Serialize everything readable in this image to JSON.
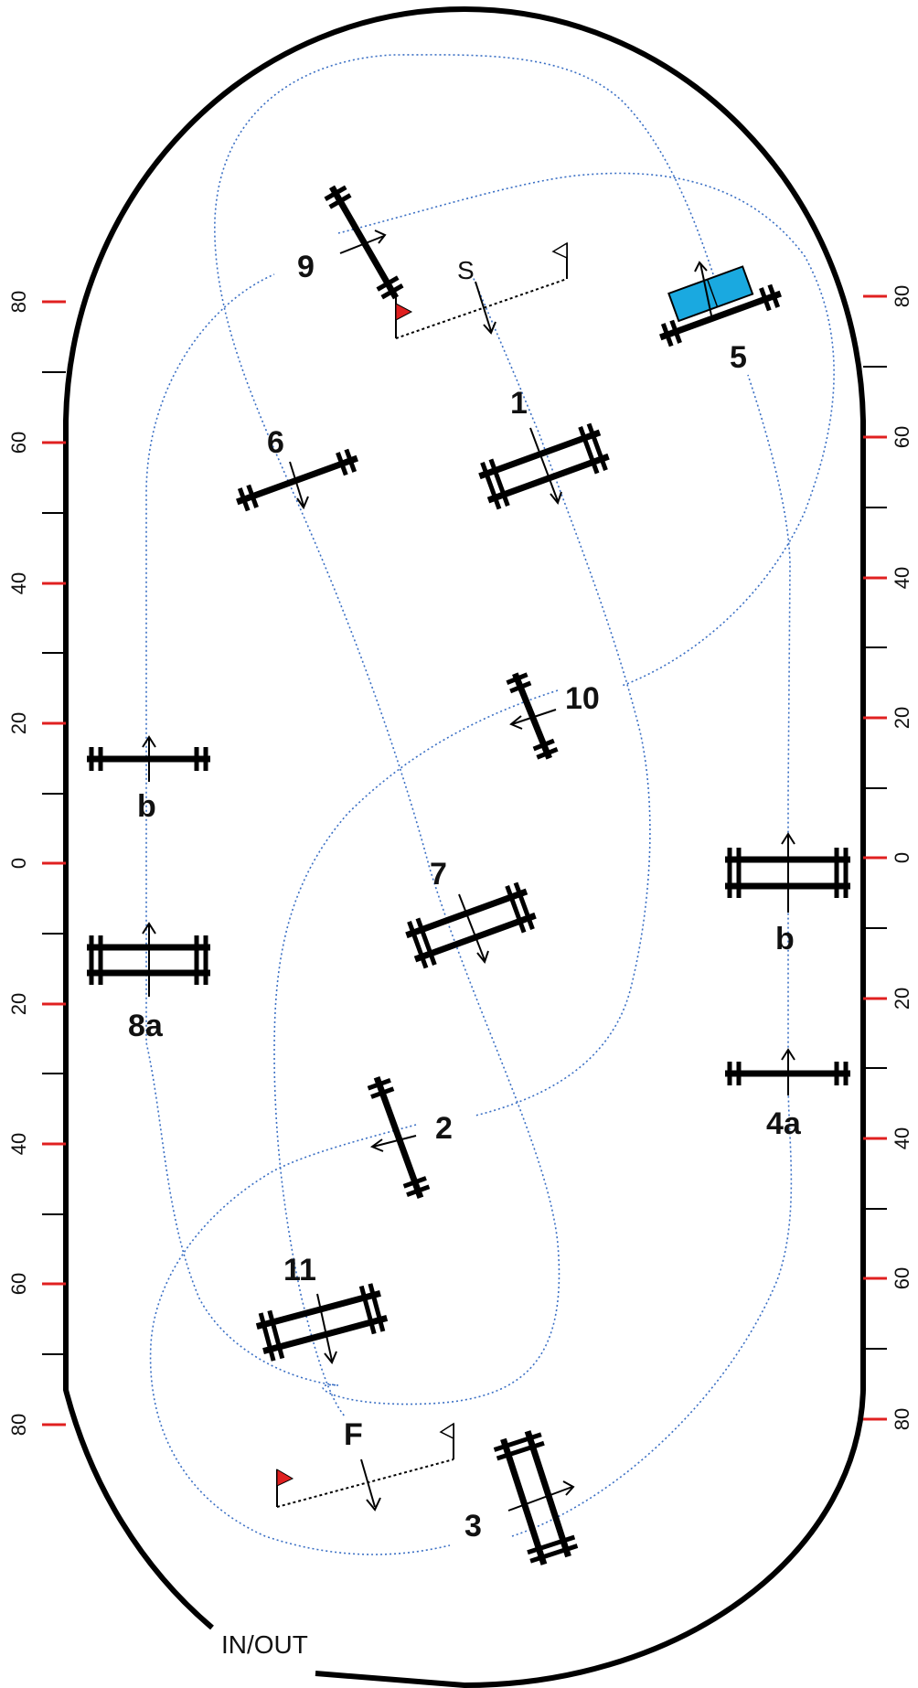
{
  "arena": {
    "entrance_label": "IN/OUT"
  },
  "scale_left": [
    "80",
    "60",
    "40",
    "20",
    "0",
    "20",
    "40",
    "60",
    "80"
  ],
  "scale_right": [
    "80",
    "60",
    "40",
    "20",
    "0",
    "20",
    "40",
    "60",
    "80"
  ],
  "markers": {
    "start": "S",
    "finish": "F"
  },
  "obstacles": {
    "o1": "1",
    "o2": "2",
    "o3": "3",
    "o4a": "4a",
    "o4b": "b",
    "o5": "5",
    "o6": "6",
    "o7": "7",
    "o8a": "8a",
    "o8b": "b",
    "o9": "9",
    "o10": "10",
    "o11": "11"
  },
  "colors": {
    "course_line": "#3a6fc4",
    "water_tray": "#1aa9e0",
    "flag": "#e02020",
    "scale_mark": "#e02020"
  }
}
